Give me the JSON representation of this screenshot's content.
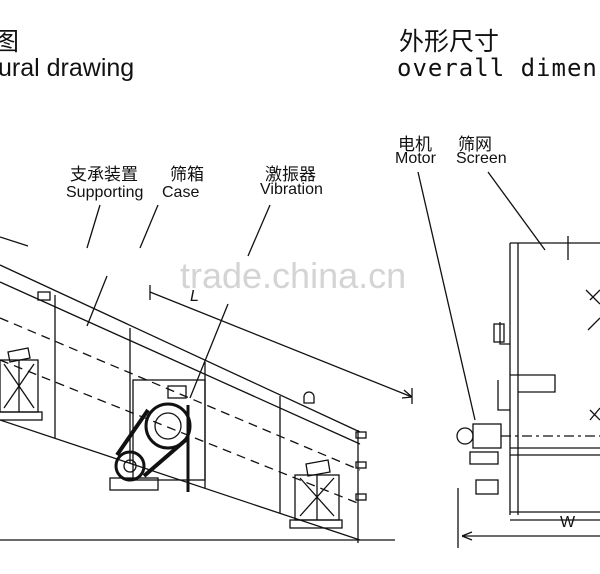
{
  "left_title": {
    "zh": "图",
    "en": "ural drawing"
  },
  "right_title": {
    "zh": "外形尺寸",
    "en": "overall dimens"
  },
  "labels": {
    "supporting": {
      "zh": "支承装置",
      "en": "Supporting"
    },
    "case": {
      "zh": "筛箱",
      "en": "Case"
    },
    "vibration": {
      "zh": "激振器",
      "en": "Vibration"
    },
    "motor": {
      "zh": "电机",
      "en": "Motor"
    },
    "screen": {
      "zh": "筛网",
      "en": "Screen"
    }
  },
  "dims": {
    "L": "L",
    "W": "W"
  },
  "watermark": "trade.china.cn"
}
